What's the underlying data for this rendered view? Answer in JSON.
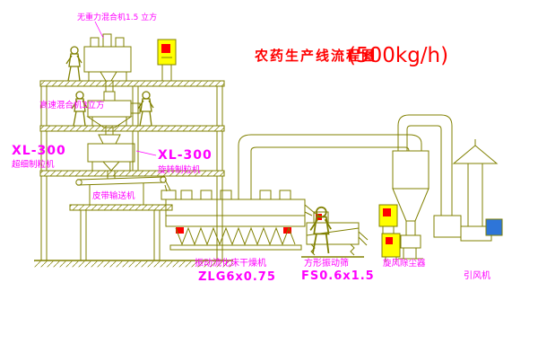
{
  "title": {
    "text": "农药生产线流程图",
    "capacity": "(500kg/h)"
  },
  "labels": {
    "top_mixer": "无重力混合机1.5 立方",
    "high_speed_mixer": "高速混合机3立方",
    "granulator_left_model": "XL-300",
    "granulator_left_name": "超细制粒机",
    "granulator_right_model": "XL-300",
    "granulator_right_name": "旋转制粒机",
    "belt_conveyor": "皮带输送机",
    "dryer_name": "振动流化床干燥机",
    "dryer_model": "ZLG6x0.75",
    "sieve_name": "方形振动筛",
    "sieve_model": "FS0.6x1.5",
    "cyclone_name": "旋风除尘器",
    "fan_name": "引风机"
  },
  "colors": {
    "line": "#808000",
    "label": "#ff00ff",
    "title": "#ff0000",
    "cabinet_fill": "#ffff00",
    "alert_fill": "#ff0000",
    "motor_fill": "#2e75d8",
    "background": "#ffffff"
  }
}
